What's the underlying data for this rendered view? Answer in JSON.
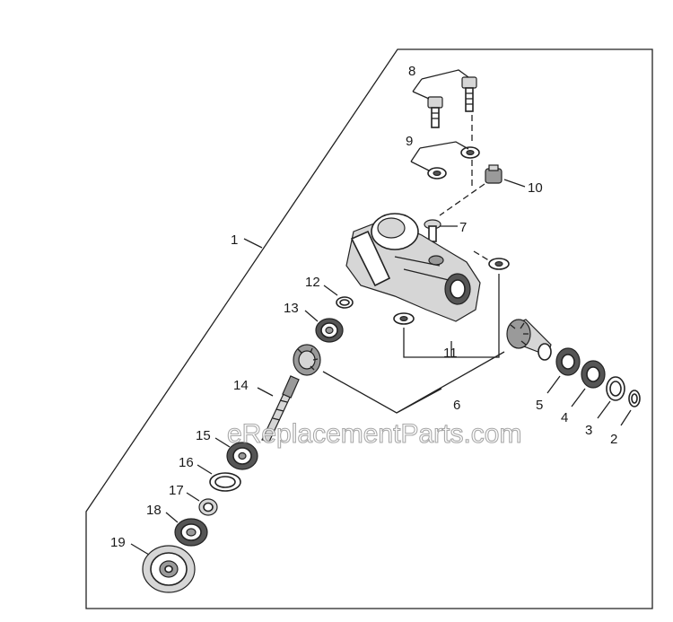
{
  "diagram": {
    "watermark": "eReplacementParts.com",
    "callouts": {
      "c1": "1",
      "c2": "2",
      "c3": "3",
      "c4": "4",
      "c5": "5",
      "c6": "6",
      "c7": "7",
      "c8": "8",
      "c9": "9",
      "c10": "10",
      "c11": "11",
      "c12": "12",
      "c13": "13",
      "c14": "14",
      "c15": "15",
      "c16": "16",
      "c17": "17",
      "c18": "18",
      "c19": "19"
    }
  }
}
